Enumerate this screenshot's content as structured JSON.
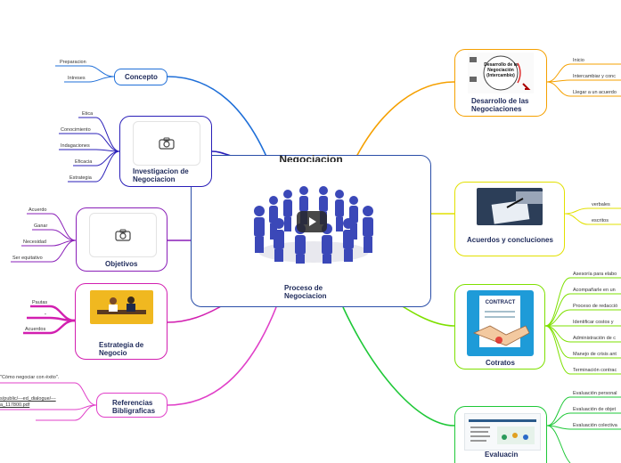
{
  "center": {
    "title": "Proceso de\nNegociacion",
    "header_cut": "Negociacion"
  },
  "concepto": {
    "title": "Concepto",
    "leaves": [
      "Preparacion",
      "Intreses"
    ]
  },
  "investigacion": {
    "title": "Investigacion de\nNegociacion",
    "leaves": [
      "Etica",
      "Conocimiento",
      "Indagaciones",
      "Eficacia",
      "Estrategia"
    ]
  },
  "objetivos": {
    "title": "Objetivos",
    "leaves": [
      "Acuerdo",
      "Ganar",
      "Necesidad",
      "Ser equitativo"
    ]
  },
  "estrategia": {
    "title": "Estrategia de\nNegocio",
    "leaves": [
      "Pautas",
      "-",
      "Acuerdos"
    ]
  },
  "referencias": {
    "title": "Referencias\nBibligraficas",
    "leaves": [
      "\"Cómo negociar con éxito\".",
      "s/public/---ed_dialogue/---",
      "a_117800.pdf"
    ]
  },
  "desarrollo": {
    "title": "Desarrollo de las\nNegociaciones",
    "image_label": "Desarrollo de la\nNegociación\n(Intercambio)",
    "leaves": [
      "Inicio",
      "Intercambiar y conc",
      "Llegar a un acuerdo"
    ]
  },
  "acuerdos": {
    "title": "Acuerdos y concluciones",
    "leaves": [
      "verbales",
      "escritos"
    ]
  },
  "contratos": {
    "title": "Cotratos",
    "image_label": "CONTRACT",
    "leaves": [
      "Asesoría para elabo",
      "Acompañarle en un",
      "Proceso de redacció",
      "Identificar costos y",
      "Administración de c",
      "Manejo de crisis ant",
      "Terminación contrac"
    ]
  },
  "evaluacion": {
    "title": "Evaluacin",
    "leaves": [
      "Evaluación personal",
      "Evaluación de objet",
      "Evaluación colectiva"
    ]
  },
  "colors": {
    "concepto": "#1f6fd8",
    "investigacion": "#2a1fb8",
    "objetivos": "#8a1fb8",
    "estrategia": "#d21fb0",
    "referencias": "#e040c8",
    "desarrollo": "#f5a000",
    "acuerdos": "#e2e000",
    "contratos": "#7ee000",
    "evaluacion": "#1fc838",
    "center": "#2a4ea8"
  },
  "icons": [
    "camera-icon",
    "play-icon"
  ]
}
